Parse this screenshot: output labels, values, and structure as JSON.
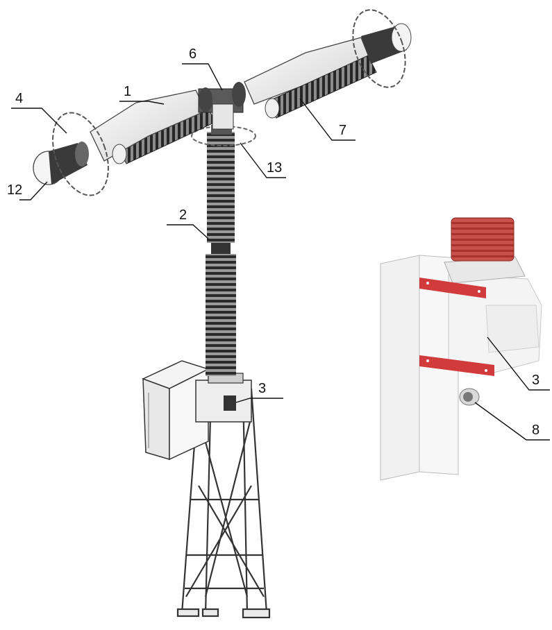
{
  "figure": {
    "colors": {
      "porcelain": "#f2f2f2",
      "shed_dark": "#2e2e2e",
      "shed_light": "#9a9a9a",
      "steel": "#444444",
      "rubber_red": "#c2433f",
      "bracket_red": "#d23b3b",
      "bracket_gray": "#e6e6e6"
    },
    "callouts": [
      {
        "id": "1",
        "label": "1"
      },
      {
        "id": "2",
        "label": "2"
      },
      {
        "id": "3",
        "label": "3"
      },
      {
        "id": "4",
        "label": "4"
      },
      {
        "id": "6",
        "label": "6"
      },
      {
        "id": "7",
        "label": "7"
      },
      {
        "id": "12",
        "label": "12"
      },
      {
        "id": "13",
        "label": "13"
      },
      {
        "id": "3-detail",
        "label": "3"
      },
      {
        "id": "8",
        "label": "8"
      }
    ]
  }
}
